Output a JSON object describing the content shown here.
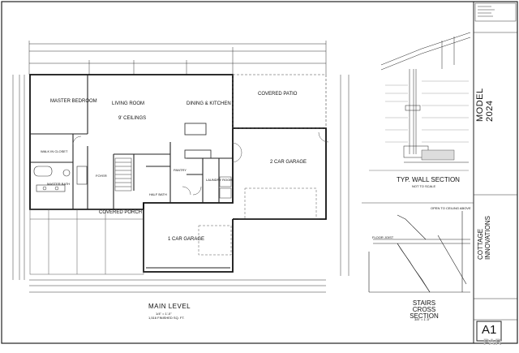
{
  "plan": {
    "title": "MAIN LEVEL",
    "scale": "1/4\" = 1'-0\"",
    "area": "1,516 FINISHED SQ. FT."
  },
  "rooms": {
    "master_bedroom": "MASTER BEDROOM",
    "living_room": "LIVING ROOM",
    "dining_kitchen": "DINING & KITCHEN",
    "covered_patio": "COVERED PATIO",
    "two_car_garage": "2 CAR GARAGE",
    "one_car_garage": "1 CAR GARAGE",
    "covered_porch": "COVERED PORCH",
    "walk_in_closet": "WALK IN CLOSET",
    "master_bath": "MASTER BATH",
    "laundry_room": "LAUNDRY ROOM",
    "half_bath": "HALF BATH",
    "pantry": "PANTRY",
    "foyer": "FOYER",
    "ceiling": "9' CEILINGS"
  },
  "wall_section": {
    "title": "TYP. WALL SECTION",
    "scale": "NOT TO SCALE"
  },
  "stairs_section": {
    "title": "STAIRS CROSS SECTION",
    "scale": "3/8\" = 1'-0\"",
    "note": "OPEN TO CEILING ABOVE",
    "floor_label": "FLOOR JOIST"
  },
  "title_block": {
    "model": "MODEL 2024",
    "company": "COTTAGE INNOVATIONS",
    "sheet": "A1",
    "watermark": "PAR"
  }
}
